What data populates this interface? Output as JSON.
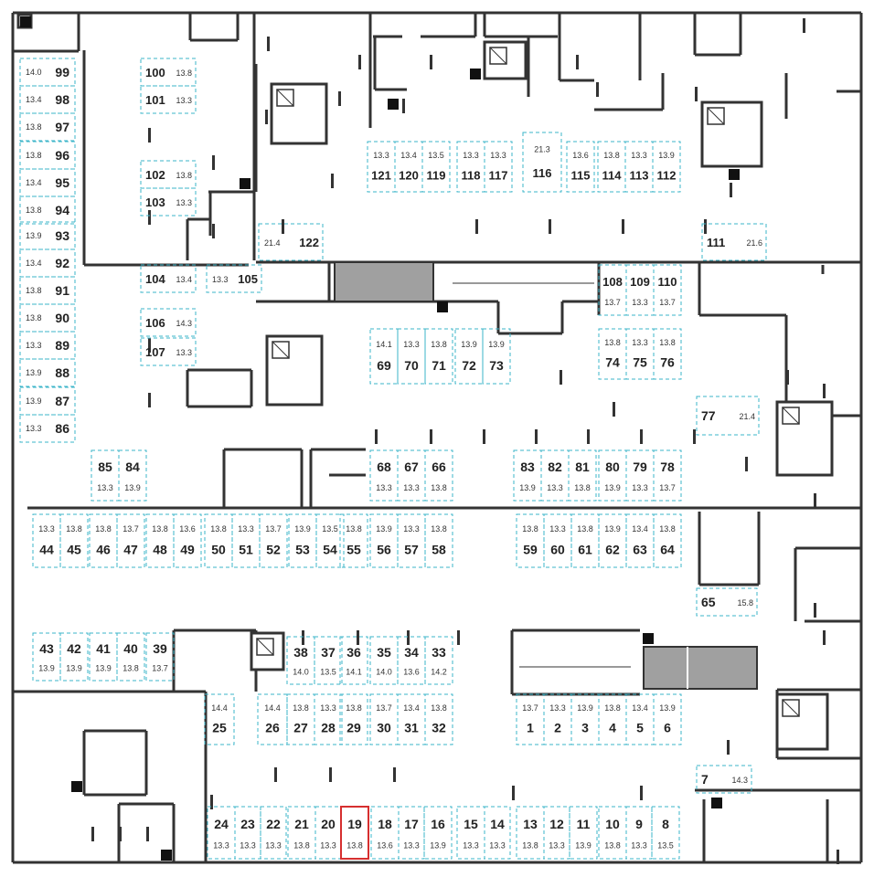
{
  "plan": {
    "type": "parking floor plan",
    "colors": {
      "wall": "#333333",
      "spot_border": "#3bb4c9",
      "selected_border": "#d62f2f",
      "ramp_fill": "#a0a0a0",
      "text": "#222222"
    },
    "selected_spot": "19",
    "spots": [
      {
        "num": "99",
        "area": "14.0"
      },
      {
        "num": "98",
        "area": "13.4"
      },
      {
        "num": "97",
        "area": "13.8"
      },
      {
        "num": "96",
        "area": "13.8"
      },
      {
        "num": "95",
        "area": "13.4"
      },
      {
        "num": "94",
        "area": "13.8"
      },
      {
        "num": "93",
        "area": "13.9"
      },
      {
        "num": "92",
        "area": "13.4"
      },
      {
        "num": "91",
        "area": "13.8"
      },
      {
        "num": "90",
        "area": "13.8"
      },
      {
        "num": "89",
        "area": "13.3"
      },
      {
        "num": "88",
        "area": "13.9"
      },
      {
        "num": "87",
        "area": "13.9"
      },
      {
        "num": "86",
        "area": "13.3"
      },
      {
        "num": "100",
        "area": "13.8"
      },
      {
        "num": "101",
        "area": "13.3"
      },
      {
        "num": "102",
        "area": "13.8"
      },
      {
        "num": "103",
        "area": "13.3"
      },
      {
        "num": "104",
        "area": "13.4"
      },
      {
        "num": "105",
        "area": "13.3"
      },
      {
        "num": "106",
        "area": "14.3"
      },
      {
        "num": "107",
        "area": "13.3"
      },
      {
        "num": "121",
        "area": "13.3"
      },
      {
        "num": "120",
        "area": "13.4"
      },
      {
        "num": "119",
        "area": "13.5"
      },
      {
        "num": "118",
        "area": "13.3"
      },
      {
        "num": "117",
        "area": "13.3"
      },
      {
        "num": "116",
        "area": "21.3"
      },
      {
        "num": "115",
        "area": "13.6"
      },
      {
        "num": "114",
        "area": "13.8"
      },
      {
        "num": "113",
        "area": "13.3"
      },
      {
        "num": "112",
        "area": "13.9"
      },
      {
        "num": "122",
        "area": "21.4"
      },
      {
        "num": "111",
        "area": "21.6"
      },
      {
        "num": "108",
        "area": "13.7"
      },
      {
        "num": "109",
        "area": "13.3"
      },
      {
        "num": "110",
        "area": "13.7"
      },
      {
        "num": "69",
        "area": "14.1"
      },
      {
        "num": "70",
        "area": "13.3"
      },
      {
        "num": "71",
        "area": "13.8"
      },
      {
        "num": "72",
        "area": "13.9"
      },
      {
        "num": "73",
        "area": "13.9"
      },
      {
        "num": "74",
        "area": "13.8"
      },
      {
        "num": "75",
        "area": "13.3"
      },
      {
        "num": "76",
        "area": "13.8"
      },
      {
        "num": "77",
        "area": "21.4"
      },
      {
        "num": "85",
        "area": "13.3"
      },
      {
        "num": "84",
        "area": "13.9"
      },
      {
        "num": "68",
        "area": "13.3"
      },
      {
        "num": "67",
        "area": "13.3"
      },
      {
        "num": "66",
        "area": "13.8"
      },
      {
        "num": "83",
        "area": "13.9"
      },
      {
        "num": "82",
        "area": "13.3"
      },
      {
        "num": "81",
        "area": "13.8"
      },
      {
        "num": "80",
        "area": "13.9"
      },
      {
        "num": "79",
        "area": "13.3"
      },
      {
        "num": "78",
        "area": "13.7"
      },
      {
        "num": "44",
        "area": "13.3"
      },
      {
        "num": "45",
        "area": "13.8"
      },
      {
        "num": "46",
        "area": "13.8"
      },
      {
        "num": "47",
        "area": "13.7"
      },
      {
        "num": "48",
        "area": "13.8"
      },
      {
        "num": "49",
        "area": "13.6"
      },
      {
        "num": "50",
        "area": "13.8"
      },
      {
        "num": "51",
        "area": "13.3"
      },
      {
        "num": "52",
        "area": "13.7"
      },
      {
        "num": "53",
        "area": "13.9"
      },
      {
        "num": "54",
        "area": "13.5"
      },
      {
        "num": "55",
        "area": "13.8"
      },
      {
        "num": "56",
        "area": "13.9"
      },
      {
        "num": "57",
        "area": "13.3"
      },
      {
        "num": "58",
        "area": "13.8"
      },
      {
        "num": "59",
        "area": "13.8"
      },
      {
        "num": "60",
        "area": "13.3"
      },
      {
        "num": "61",
        "area": "13.8"
      },
      {
        "num": "62",
        "area": "13.9"
      },
      {
        "num": "63",
        "area": "13.4"
      },
      {
        "num": "64",
        "area": "13.8"
      },
      {
        "num": "65",
        "area": "15.8"
      },
      {
        "num": "43",
        "area": "13.9"
      },
      {
        "num": "42",
        "area": "13.9"
      },
      {
        "num": "41",
        "area": "13.9"
      },
      {
        "num": "40",
        "area": "13.8"
      },
      {
        "num": "39",
        "area": "13.7"
      },
      {
        "num": "38",
        "area": "14.0"
      },
      {
        "num": "37",
        "area": "13.5"
      },
      {
        "num": "36",
        "area": "14.1"
      },
      {
        "num": "35",
        "area": "14.0"
      },
      {
        "num": "34",
        "area": "13.6"
      },
      {
        "num": "33",
        "area": "14.2"
      },
      {
        "num": "25",
        "area": "14.4"
      },
      {
        "num": "26",
        "area": "14.4"
      },
      {
        "num": "27",
        "area": "13.8"
      },
      {
        "num": "28",
        "area": "13.3"
      },
      {
        "num": "29",
        "area": "13.8"
      },
      {
        "num": "30",
        "area": "13.7"
      },
      {
        "num": "31",
        "area": "13.4"
      },
      {
        "num": "32",
        "area": "13.8"
      },
      {
        "num": "1",
        "area": "13.7"
      },
      {
        "num": "2",
        "area": "13.3"
      },
      {
        "num": "3",
        "area": "13.9"
      },
      {
        "num": "4",
        "area": "13.8"
      },
      {
        "num": "5",
        "area": "13.4"
      },
      {
        "num": "6",
        "area": "13.9"
      },
      {
        "num": "7",
        "area": "14.3"
      },
      {
        "num": "24",
        "area": "13.3"
      },
      {
        "num": "23",
        "area": "13.3"
      },
      {
        "num": "22",
        "area": "13.3"
      },
      {
        "num": "21",
        "area": "13.8"
      },
      {
        "num": "20",
        "area": "13.3"
      },
      {
        "num": "19",
        "area": "13.8"
      },
      {
        "num": "18",
        "area": "13.6"
      },
      {
        "num": "17",
        "area": "13.3"
      },
      {
        "num": "16",
        "area": "13.9"
      },
      {
        "num": "15",
        "area": "13.3"
      },
      {
        "num": "14",
        "area": "13.3"
      },
      {
        "num": "13",
        "area": "13.8"
      },
      {
        "num": "12",
        "area": "13.3"
      },
      {
        "num": "11",
        "area": "13.9"
      },
      {
        "num": "10",
        "area": "13.8"
      },
      {
        "num": "9",
        "area": "13.3"
      },
      {
        "num": "8",
        "area": "13.5"
      }
    ]
  }
}
